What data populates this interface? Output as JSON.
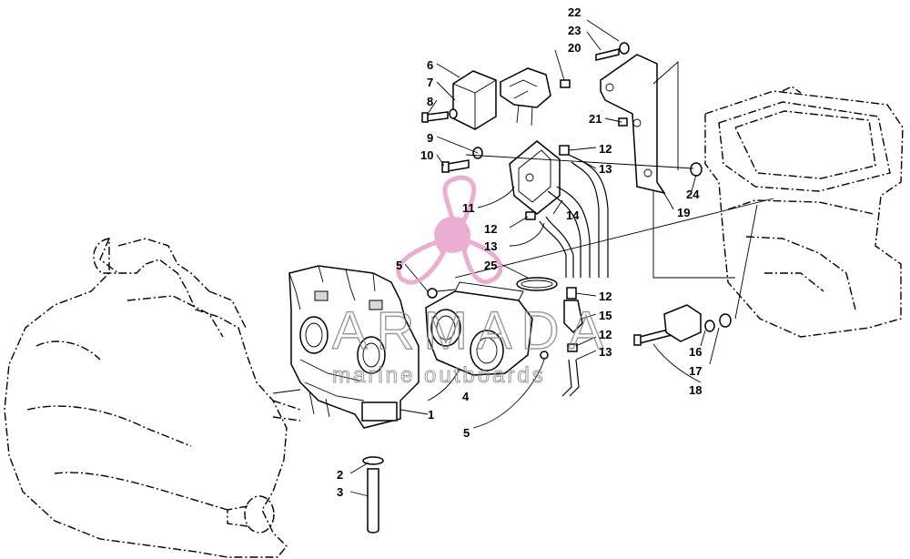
{
  "watermark": {
    "brand": "ARMADA",
    "tagline": "marine outboards",
    "color": "#e8a0c8"
  },
  "callouts": [
    {
      "id": "c1",
      "label": "1"
    },
    {
      "id": "c2",
      "label": "2"
    },
    {
      "id": "c3",
      "label": "3"
    },
    {
      "id": "c4",
      "label": "4"
    },
    {
      "id": "c5a",
      "label": "5"
    },
    {
      "id": "c5b",
      "label": "5"
    },
    {
      "id": "c6",
      "label": "6"
    },
    {
      "id": "c7",
      "label": "7"
    },
    {
      "id": "c8",
      "label": "8"
    },
    {
      "id": "c9",
      "label": "9"
    },
    {
      "id": "c10",
      "label": "10"
    },
    {
      "id": "c11",
      "label": "11"
    },
    {
      "id": "c12a",
      "label": "12"
    },
    {
      "id": "c12b",
      "label": "12"
    },
    {
      "id": "c12c",
      "label": "12"
    },
    {
      "id": "c12d",
      "label": "12"
    },
    {
      "id": "c13a",
      "label": "13"
    },
    {
      "id": "c13b",
      "label": "13"
    },
    {
      "id": "c13c",
      "label": "13"
    },
    {
      "id": "c14",
      "label": "14"
    },
    {
      "id": "c15",
      "label": "15"
    },
    {
      "id": "c16",
      "label": "16"
    },
    {
      "id": "c17",
      "label": "17"
    },
    {
      "id": "c18",
      "label": "18"
    },
    {
      "id": "c19",
      "label": "19"
    },
    {
      "id": "c20",
      "label": "20"
    },
    {
      "id": "c21",
      "label": "21"
    },
    {
      "id": "c22",
      "label": "22"
    },
    {
      "id": "c23",
      "label": "23"
    },
    {
      "id": "c24",
      "label": "24"
    },
    {
      "id": "c25",
      "label": "25"
    }
  ]
}
